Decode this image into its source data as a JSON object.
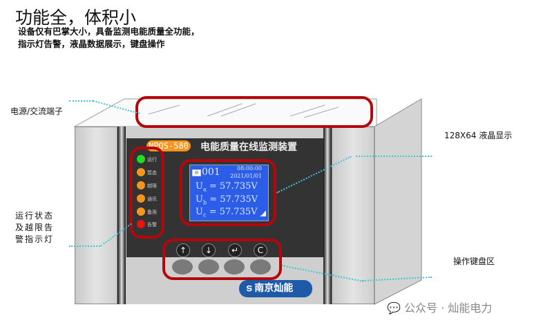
{
  "heading": "功能全，体积小",
  "description": "设备仅有巴掌大小，具备监测电能质量全功能，指示灯告警，液晶数据展示，键盘操作",
  "callouts": {
    "terminal": "电源/交流端子",
    "lcd": "128X64 液晶显示",
    "indicator": "运行状态及越限告警指示灯",
    "keyboard": "操作键盘区"
  },
  "device": {
    "model": "NPQS-580",
    "name": "电能质量在线监测装置",
    "brand": "南京灿能",
    "leds": [
      {
        "label": "运行",
        "color": "#22dd22"
      },
      {
        "label": "暂态",
        "color": "#f7941d"
      },
      {
        "label": "越限",
        "color": "#f7941d"
      },
      {
        "label": "通讯",
        "color": "#f7941d"
      },
      {
        "label": "备用",
        "color": "#f7941d"
      },
      {
        "label": "告警",
        "color": "#ee1111"
      }
    ],
    "lcd": {
      "msg_no": "001",
      "time": "08:00:00",
      "date": "2021/01/01",
      "rows": [
        {
          "sym": "U",
          "sub": "a",
          "value": "= 57.735V"
        },
        {
          "sym": "U",
          "sub": "b",
          "value": "= 57.735V"
        },
        {
          "sym": "U",
          "sub": "c",
          "value": "= 57.735V"
        }
      ]
    },
    "keys": [
      {
        "icon": "arrow-up",
        "glyph": "↑"
      },
      {
        "icon": "arrow-down",
        "glyph": "↓"
      },
      {
        "icon": "enter",
        "glyph": "↵"
      },
      {
        "icon": "cancel",
        "glyph": "C"
      }
    ]
  },
  "watermark": "公众号 · 灿能电力"
}
